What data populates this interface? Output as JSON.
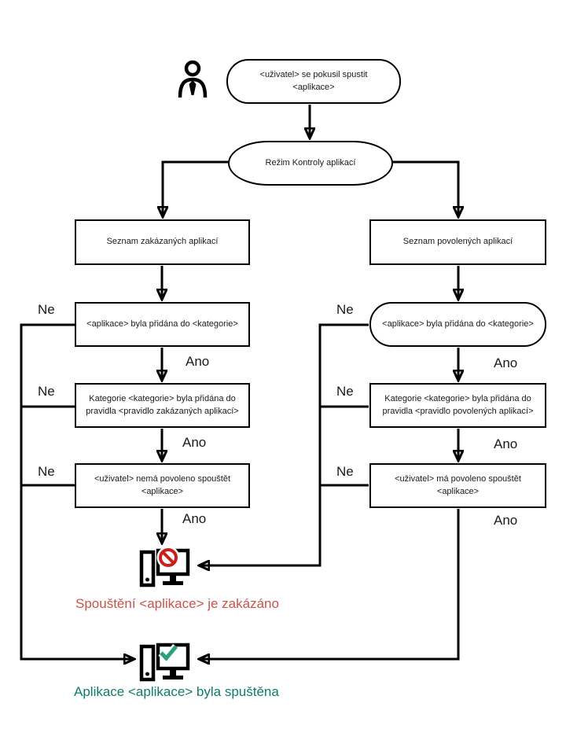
{
  "labels": {
    "yes": "Ano",
    "no": "Ne"
  },
  "colors": {
    "line": "#000000",
    "blocked_badge": "#cb1f1a",
    "blocked_text": "#c9534e",
    "allowed_badge": "#29a376",
    "allowed_text": "#0f7d68"
  },
  "nodes": {
    "start": {
      "line1": "<uživatel> se pokusil spustit",
      "line2": "<aplikace>"
    },
    "mode": {
      "text": "Režim Kontroly aplikací"
    },
    "denied_list": {
      "text": "Seznam zakázaných aplikací"
    },
    "allowed_list": {
      "text": "Seznam povolených aplikací"
    },
    "denied_step1": {
      "text": "<aplikace> byla přidána do <kategorie>"
    },
    "denied_step2": {
      "line1": "Kategorie <kategorie> byla přidána do",
      "line2": "pravidla <pravidlo zakázaných aplikací>"
    },
    "denied_step3": {
      "line1": "<uživatel> nemá povoleno spouštět",
      "line2": "<aplikace>"
    },
    "allowed_step1": {
      "text": "<aplikace> byla přidána do <kategorie>"
    },
    "allowed_step2": {
      "line1": "Kategorie <kategorie> byla přidána do",
      "line2": "pravidla <pravidlo povolených aplikací>"
    },
    "allowed_step3": {
      "line1": "<uživatel> má povoleno spouštět",
      "line2": "<aplikace>"
    },
    "blocked_result": {
      "text": "Spouštění <aplikace> je zakázáno"
    },
    "started_result": {
      "text": "Aplikace <aplikace> byla spuštěna"
    }
  }
}
